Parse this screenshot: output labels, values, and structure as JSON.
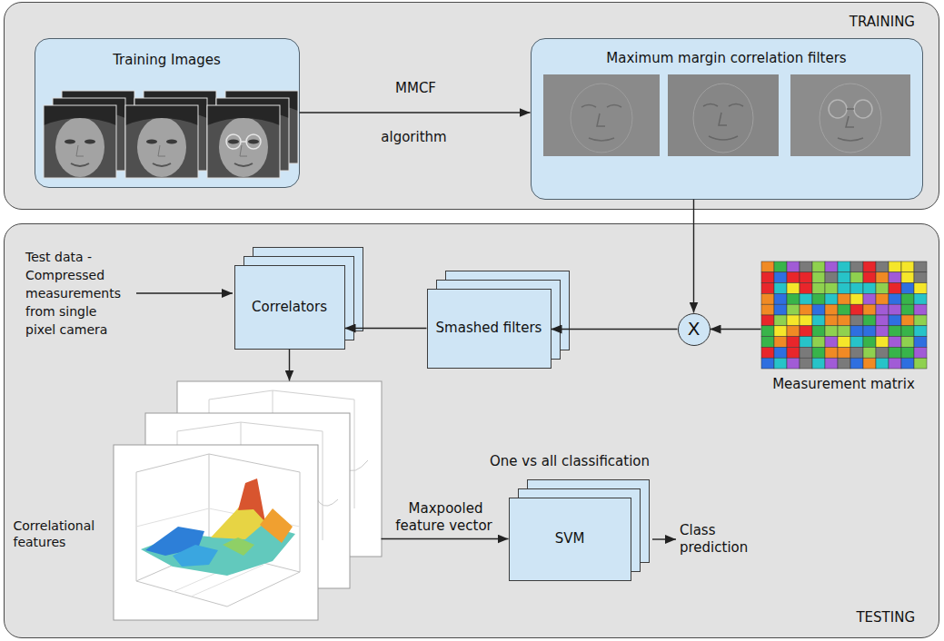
{
  "diagram": {
    "nodes": [
      {
        "text": [
          "TRAINING"
        ]
      },
      {
        "text": [
          "Training Images"
        ],
        "in": 0
      },
      {
        "text": [
          "Maximum margin correlation filters"
        ],
        "in": 0
      },
      {
        "text": [
          "TESTING"
        ]
      },
      {
        "text": [
          "Correlators"
        ],
        "in": 3
      },
      {
        "text": [
          "Smashed filters"
        ],
        "in": 3
      },
      {
        "text": [
          "X"
        ],
        "in": 3
      },
      {
        "text": [
          "Measurement matrix"
        ],
        "in": 3
      },
      {
        "text": [
          "Correlational features"
        ],
        "in": 3
      },
      {
        "text": [
          "One vs all classification",
          "SVM"
        ],
        "in": 3
      }
    ],
    "edges": [
      {
        "from": 1,
        "to": 2,
        "label": "MMCF algorithm",
        "arrow": "to"
      },
      {
        "from": 2,
        "to": 6,
        "arrow": "to"
      },
      {
        "from": 6,
        "to": 5,
        "arrow": "to"
      },
      {
        "from": 5,
        "to": 4,
        "arrow": "to"
      },
      {
        "from": 7,
        "to": 6,
        "arrow": "to"
      },
      {
        "from": 4,
        "to": 8,
        "arrow": "to"
      },
      {
        "from": 8,
        "to": 9,
        "label": "Maxpooled feature vector",
        "arrow": "to"
      }
    ],
    "labels": [
      "Test data - Compressed measurements from single pixel camera",
      "Class prediction"
    ]
  }
}
